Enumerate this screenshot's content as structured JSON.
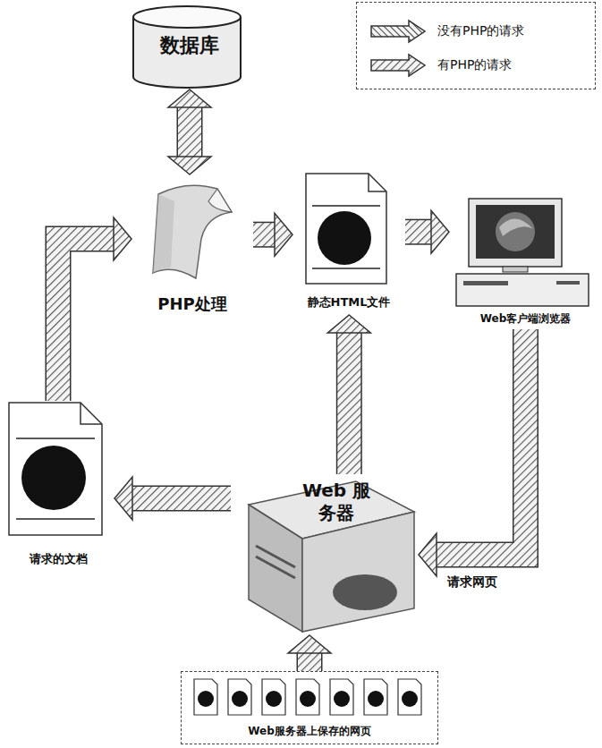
{
  "diagram": {
    "nodes": [
      {
        "text": [
          "数据库"
        ]
      },
      {
        "text": [
          "PHP处理"
        ]
      },
      {
        "text": [
          "静态HTML文件"
        ]
      },
      {
        "text": [
          "Web客户端浏览器"
        ]
      },
      {
        "text": [
          "请求的文档"
        ]
      },
      {
        "text": [
          "Web 服务器"
        ]
      },
      {
        "text": [
          "Web服务器上保存的网页"
        ]
      }
    ],
    "edges": [
      {
        "from": 0,
        "to": 1,
        "arrow": "both"
      },
      {
        "from": 1,
        "to": 2,
        "arrow": "to"
      },
      {
        "from": 2,
        "to": 3,
        "arrow": "to"
      },
      {
        "from": 3,
        "to": 5,
        "label": "请求网页",
        "arrow": "to"
      },
      {
        "from": 5,
        "to": 4,
        "arrow": "to"
      },
      {
        "from": 4,
        "to": 1,
        "arrow": "to"
      },
      {
        "from": 5,
        "to": 2,
        "arrow": "to"
      },
      {
        "from": 6,
        "to": 5,
        "arrow": "to"
      }
    ],
    "legend": [
      {
        "text": "没有PHP的请求"
      },
      {
        "text": "有PHP的请求"
      }
    ]
  }
}
